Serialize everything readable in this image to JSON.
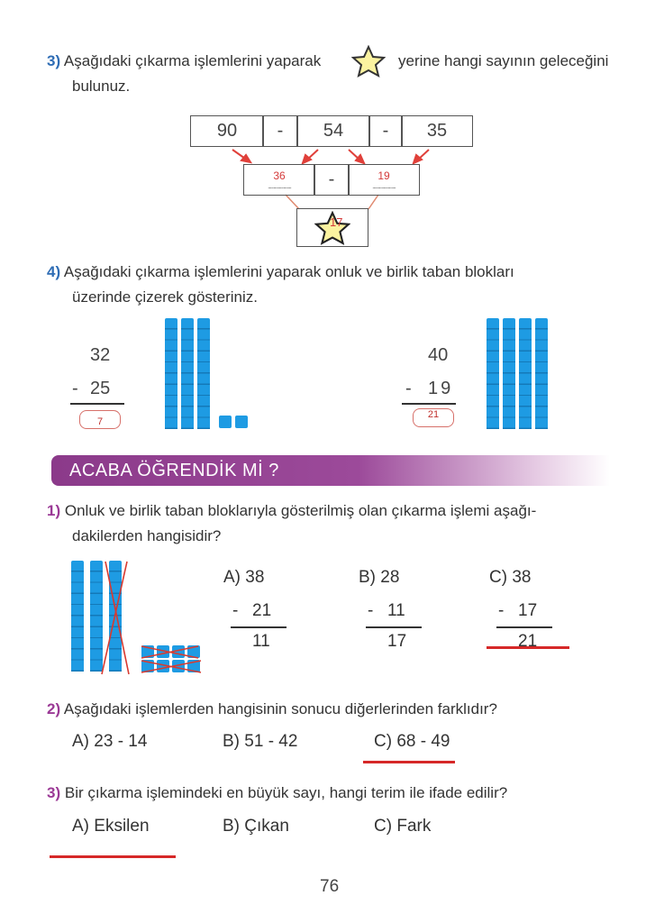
{
  "q3": {
    "number": "3)",
    "text_before": "Aşağıdaki çıkarma işlemlerini yaparak",
    "text_after": "yerine hangi sayının geleceğini",
    "text_line2": "bulunuz.",
    "top_row": [
      "90",
      "-",
      "54",
      "-",
      "35"
    ],
    "middle_row": {
      "left": "36",
      "op": "-",
      "right": "19"
    },
    "star_answer": "17"
  },
  "q4": {
    "number": "4)",
    "line1": "Aşağıdaki çıkarma işlemlerini yaparak onluk ve birlik taban blokları",
    "line2": "üzerinde çizerek gösteriniz.",
    "left": {
      "minuend": "32",
      "op": "-",
      "subtrahend": "25",
      "answer": "7"
    },
    "right": {
      "minuend": "40",
      "op": "-",
      "subtrahend": "19",
      "answer": "21"
    }
  },
  "banner": {
    "title": "ACABA ÖĞRENDİK Mİ ?"
  },
  "k1": {
    "number": "1)",
    "line1": "Onluk ve birlik taban bloklarıyla gösterilmiş olan çıkarma işlemi aşağı-",
    "line2": "dakilerden hangisidir?",
    "options": [
      {
        "label": "A)",
        "top": "38",
        "op": "-",
        "bottom": "21",
        "result": "11"
      },
      {
        "label": "B)",
        "top": "28",
        "op": "-",
        "bottom": "11",
        "result": "17"
      },
      {
        "label": "C)",
        "top": "38",
        "op": "-",
        "bottom": "17",
        "result": "21"
      }
    ],
    "marked": "C"
  },
  "k2": {
    "number": "2)",
    "text": "Aşağıdaki işlemlerden hangisinin sonucu diğerlerinden farklıdır?",
    "options": [
      {
        "label": "A)",
        "expr": "23 - 14"
      },
      {
        "label": "B)",
        "expr": "51 - 42"
      },
      {
        "label": "C)",
        "expr": "68 - 49"
      }
    ],
    "marked": "C"
  },
  "k3": {
    "number": "3)",
    "text": "Bir çıkarma işlemindeki en büyük sayı, hangi terim ile ifade edilir?",
    "options": [
      {
        "label": "A)",
        "text": "Eksilen"
      },
      {
        "label": "B)",
        "text": "Çıkan"
      },
      {
        "label": "C)",
        "text": "Fark"
      }
    ],
    "marked": "A"
  },
  "page_number": "76"
}
